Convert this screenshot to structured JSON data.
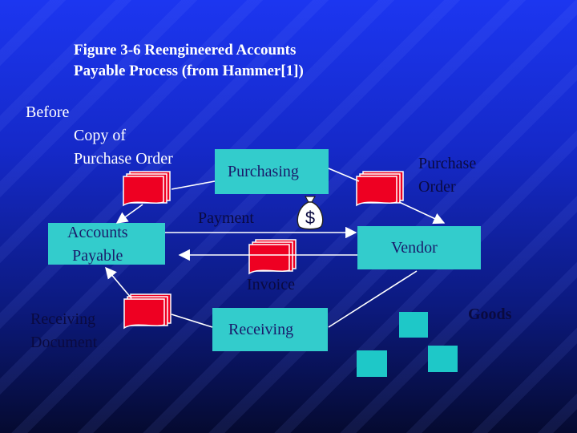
{
  "title": {
    "line1": "Figure 3-6 Reengineered Accounts",
    "line2": "Payable Process (from Hammer[1])"
  },
  "before_label": "Before",
  "copy_po": {
    "line1": "Copy of",
    "line2": "Purchase Order"
  },
  "purchasing": "Purchasing",
  "purchase_order": {
    "line1": "Purchase",
    "line2": "Order"
  },
  "accounts_payable": {
    "line1": "Accounts",
    "line2": "Payable"
  },
  "payment": "Payment",
  "dollar_sign": "$",
  "vendor": "Vendor",
  "invoice": "Invoice",
  "receiving_document": {
    "line1": "Receiving",
    "line2": "Document"
  },
  "receiving": "Receiving",
  "goods": "Goods",
  "colors": {
    "box_fill": "#33cccc",
    "document_red": "#ee0022",
    "background_blue": "#1c36f0"
  }
}
